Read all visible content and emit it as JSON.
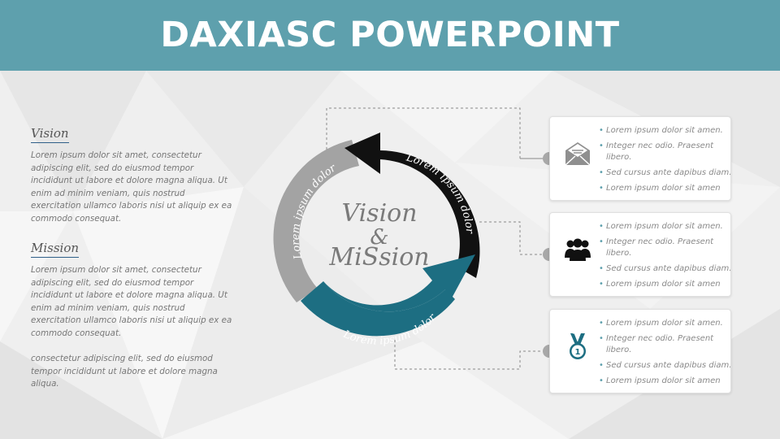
{
  "header": {
    "title": "DAXIASC POWERPOINT"
  },
  "vision": {
    "title": "Vision",
    "body": "Lorem ipsum dolor sit amet, consectetur adipiscing elit, sed do eiusmod tempor incididunt ut labore et dolore magna aliqua. Ut enim ad minim veniam, quis nostrud exercitation ullamco laboris nisi ut aliquip ex ea commodo consequat."
  },
  "mission": {
    "title": "Mission",
    "body": "Lorem ipsum dolor sit amet, consectetur adipiscing elit, sed do eiusmod tempor incididunt ut labore et dolore magna aliqua. Ut enim ad minim veniam, quis nostrud exercitation ullamco laboris nisi ut aliquip ex ea commodo consequat.",
    "extra": "consectetur adipiscing elit, sed do eiusmod tempor incididunt ut labore et dolore magna aliqua."
  },
  "cycle": {
    "center_line1": "Vision",
    "center_line2": "&",
    "center_line3": "MiSsion",
    "arrow_top_label": "Lorem ipsum dolor",
    "arrow_bottom_label": "Lorem ipsum dolor",
    "arrow_left_label": "Lorem ipsum dolor",
    "colors": {
      "gray": "#a3a3a3",
      "black": "#111111",
      "teal": "#1d6e82"
    }
  },
  "cards": [
    {
      "icon": "envelope-icon",
      "items": [
        "Lorem ipsum dolor sit amen.",
        "Integer nec odio. Praesent libero.",
        "Sed cursus ante dapibus diam.",
        "Lorem ipsum dolor sit amen"
      ]
    },
    {
      "icon": "group-icon",
      "items": [
        "Lorem ipsum dolor sit amen.",
        "Integer nec odio. Praesent libero.",
        "Sed cursus ante dapibus diam.",
        "Lorem ipsum dolor sit amen"
      ]
    },
    {
      "icon": "medal-icon",
      "items": [
        "Lorem ipsum dolor sit amen.",
        "Integer nec odio. Praesent libero.",
        "Sed cursus ante dapibus diam.",
        "Lorem ipsum dolor sit amen"
      ]
    }
  ]
}
